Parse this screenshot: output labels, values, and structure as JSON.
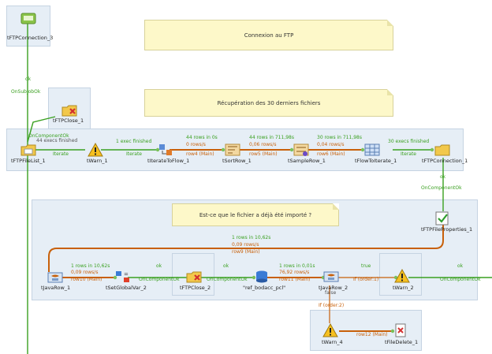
{
  "notes": {
    "ftp": "Connexion au FTP",
    "recup": "Récupération des 30 derniers fichiers",
    "question": "Est-ce que le fichier a déjà été importé ?"
  },
  "components": {
    "ftpconn3": "tFTPConnection_3",
    "ftpclose1": "tFTPClose_1",
    "ftpfilelist1": "tFTPFileList_1",
    "twarn1": "tWarn_1",
    "titerate": "tIterateToFlow_1",
    "tsort": "tSortRow_1",
    "tsample": "tSampleRow_1",
    "tflowiter": "tFlowToIterate_1",
    "ftpconn1": "tFTPConnection_1",
    "ftpprops": "tFTPFileProperties_1",
    "tjava1": "tJavaRow_1",
    "tsetglobal": "tSetGlobalVar_2",
    "ftpclose2": "tFTPClose_2",
    "bodacc": "\"ref_bodacc_pcl\"",
    "tjava2": "tJavaRow_2",
    "twarn2": "tWarn_2",
    "twarn4": "tWarn_4",
    "tfiledelete": "tFileDelete_1"
  },
  "links": {
    "ok1": "ok",
    "onsubjobok": "OnSubjobOk",
    "oncompok1": "OnComponentOk",
    "execs44": "44 execs finished",
    "iterate1": "Iterate",
    "exec1": "1 exec finished",
    "iterate2": "Iterate",
    "rows44_time": "44 rows in 0s",
    "rows44_rate": "0 rows/s",
    "row4": "row4 (Main)",
    "rows44b_time": "44 rows in 711,98s",
    "rows44b_rate": "0,06 rows/s",
    "row5": "row5 (Main)",
    "rows30_time": "30 rows in 711,98s",
    "rows30_rate": "0,04 rows/s",
    "row6": "row6 (Main)",
    "execs30": "30 execs finished",
    "iterate3": "Iterate",
    "ok2": "ok",
    "oncompok2": "OnComponentOk",
    "rows1_time": "1 rows in 10,62s",
    "rows1_rate": "0,09 rows/s",
    "row9": "row9 (Main)",
    "rows1b_time": "1 rows in 10,62s",
    "rows1b_rate": "0,09 rows/s",
    "row10": "row10 (Main)",
    "ok3": "ok",
    "oncompok3": "OnComponentOk",
    "ok4": "ok",
    "oncompok4": "OnComponentOk",
    "rows1c_time": "1 rows in 0,01s",
    "rows1c_rate": "76,92 rows/s",
    "row11": "row11 (Main)",
    "true_lbl": "true",
    "if1": "If (order:1)",
    "false_lbl": "false",
    "ok5": "ok",
    "oncompok5": "OnComponentOk",
    "if2": "If (order:2)",
    "row12": "row12 (Main)"
  },
  "colors": {
    "subjob_bg": "#e6eef6",
    "note_bg": "#fdf8c9",
    "trigger": "#3aa020",
    "main_flow": "#c8600a"
  }
}
